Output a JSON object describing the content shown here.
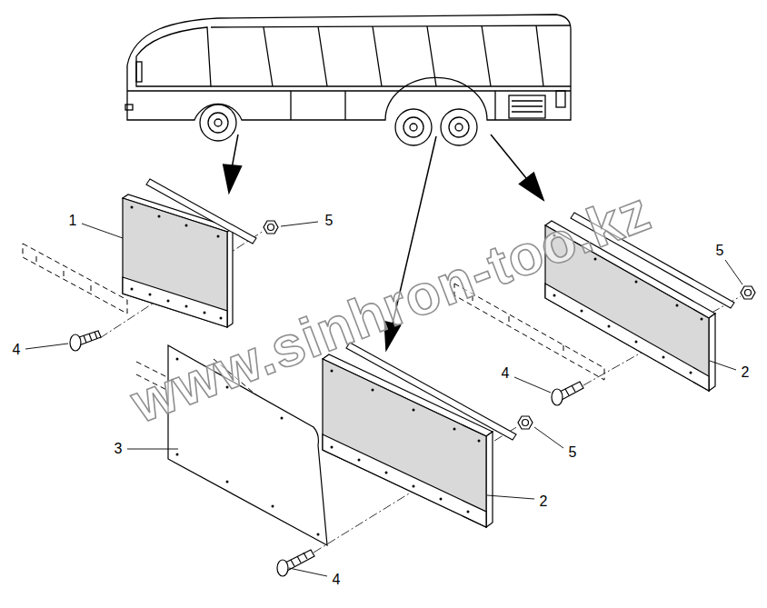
{
  "diagram": {
    "labels": [
      "1",
      "5",
      "5",
      "4",
      "2",
      "4",
      "3",
      "5",
      "2",
      "4",
      "www.sinhron-too.kz"
    ]
  }
}
